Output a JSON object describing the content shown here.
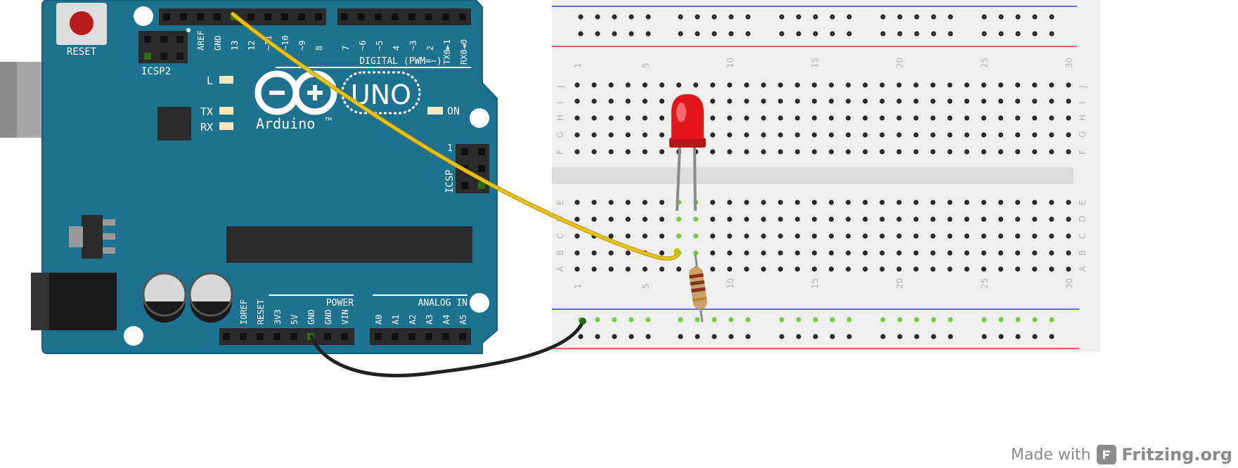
{
  "board": {
    "reset": "RESET",
    "icsp2": "ICSP2",
    "icsp": "ICSP",
    "icsp_pin1": "1",
    "led_l": "L",
    "tx": "TX",
    "rx": "RX",
    "on": "ON",
    "model": "UNO",
    "brand": "Arduino",
    "tm": "TM",
    "digital_label": "DIGITAL (PWM=~)",
    "digital_pins": [
      "AREF",
      "GND",
      "13",
      "12",
      "~11",
      "~10",
      "~9",
      "8",
      "7",
      "~6",
      "~5",
      "4",
      "~3",
      "2",
      "TX0►1",
      "RX0◄0"
    ],
    "power_label": "POWER",
    "power_pins": [
      "IOREF",
      "RESET",
      "3V3",
      "5V",
      "GND",
      "GND",
      "VIN"
    ],
    "analog_label": "ANALOG IN",
    "analog_pins": [
      "A0",
      "A1",
      "A2",
      "A3",
      "A4",
      "A5"
    ]
  },
  "breadboard": {
    "columns": [
      "1",
      "5",
      "10",
      "15",
      "20",
      "25",
      "30"
    ],
    "rows_top": [
      "J",
      "I",
      "H",
      "G",
      "F"
    ],
    "rows_bottom": [
      "E",
      "D",
      "C",
      "B",
      "A"
    ]
  },
  "wires": [
    {
      "name": "signal-wire",
      "color": "#e8c21a",
      "from": "pin 13",
      "to": "breadboard B7"
    },
    {
      "name": "ground-wire",
      "color": "#222222",
      "from": "GND",
      "to": "breadboard ground rail"
    }
  ],
  "components": {
    "led_color": "#e2151a",
    "resistor_body": "#c9a36a"
  },
  "colors": {
    "board": "#1d7290",
    "board_dark": "#17607a",
    "breadboard": "#efefef",
    "rail_blue": "#3c3cd8",
    "rail_red": "#d63030",
    "connected": "#7ac943"
  },
  "credit": {
    "made_with": "Made with",
    "brand": "Fritzing.org",
    "logo_icon": "fritzing-logo-icon"
  }
}
